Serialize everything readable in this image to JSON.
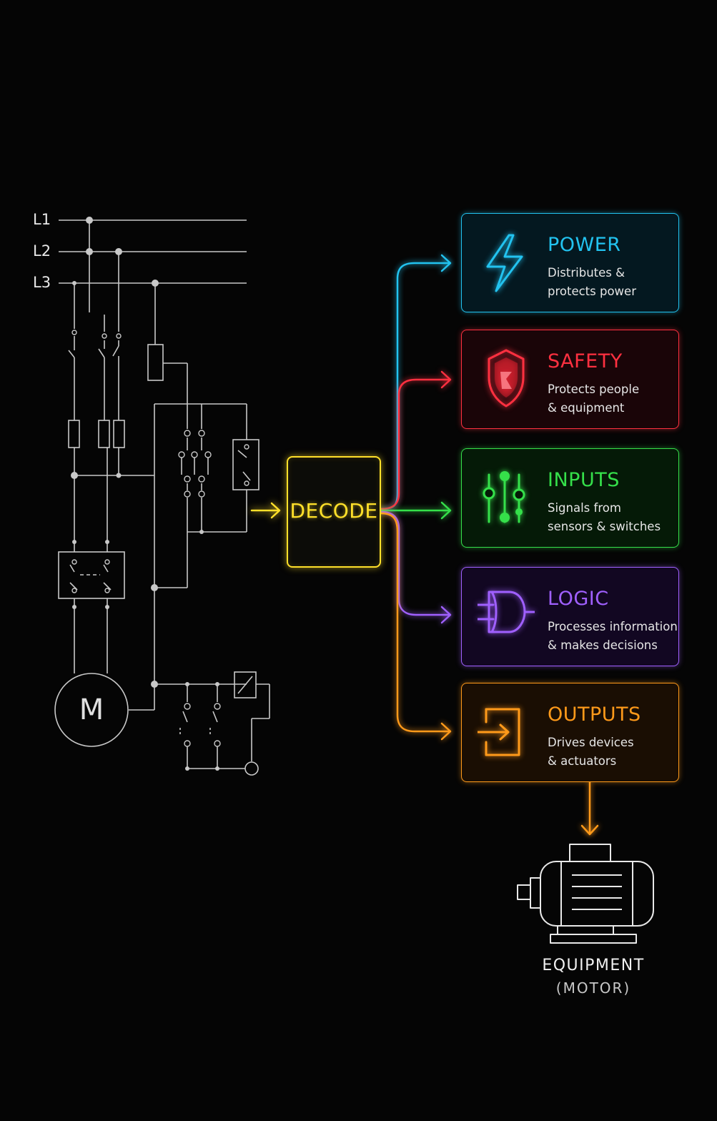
{
  "schematic": {
    "line_labels": [
      "L1",
      "L2",
      "L3"
    ],
    "motor_label": "M"
  },
  "decode": {
    "label": "DECODE"
  },
  "categories": [
    {
      "title": "POWER",
      "desc": [
        "Distributes &",
        "protects power"
      ],
      "icon": "lightning-bolt-icon",
      "color": "#22c3f0"
    },
    {
      "title": "SAFETY",
      "desc": [
        "Protects people",
        "& equipment"
      ],
      "icon": "shield-icon",
      "color": "#ff3040"
    },
    {
      "title": "INPUTS",
      "desc": [
        "Signals from",
        "sensors & switches"
      ],
      "icon": "sliders-icon",
      "color": "#35e04a"
    },
    {
      "title": "LOGIC",
      "desc": [
        "Processes information",
        "& makes decisions"
      ],
      "icon": "and-gate-icon",
      "color": "#a060ff"
    },
    {
      "title": "OUTPUTS",
      "desc": [
        "Drives devices",
        "& actuators"
      ],
      "icon": "output-arrow-icon",
      "color": "#ff9a1a"
    }
  ],
  "equipment": {
    "title": "EQUIPMENT",
    "subtitle": "(MOTOR)",
    "icon": "electric-motor-icon"
  },
  "colors": {
    "background": "#050505",
    "schematic": "#c8c8c8",
    "decode": "#ffe02a"
  }
}
